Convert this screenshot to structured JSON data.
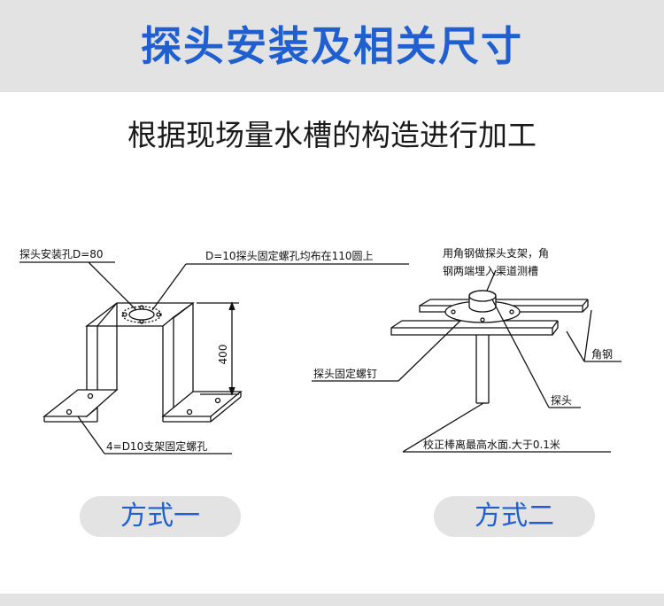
{
  "header": {
    "title": "探头安装及相关尺寸"
  },
  "subtitle": "根据现场量水槽的构造进行加工",
  "method1": {
    "label_hole": "探头安装孔D=80",
    "label_bolt": "D=10探头固定螺孔均布在110圆上",
    "label_height": "400",
    "label_base": "4=D10支架固定螺孔",
    "button": "方式一"
  },
  "method2": {
    "note_line1": "用角钢做探头支架，角",
    "note_line2": "钢两端埋入渠道测槽",
    "label_angle": "角钢",
    "label_screw": "探头固定螺钉",
    "label_probe": "探头",
    "label_level": "校正棒离最高水面.大于0.1米",
    "button": "方式二"
  },
  "colors": {
    "accent": "#1f5fcf",
    "band": "#e3e3e3"
  }
}
